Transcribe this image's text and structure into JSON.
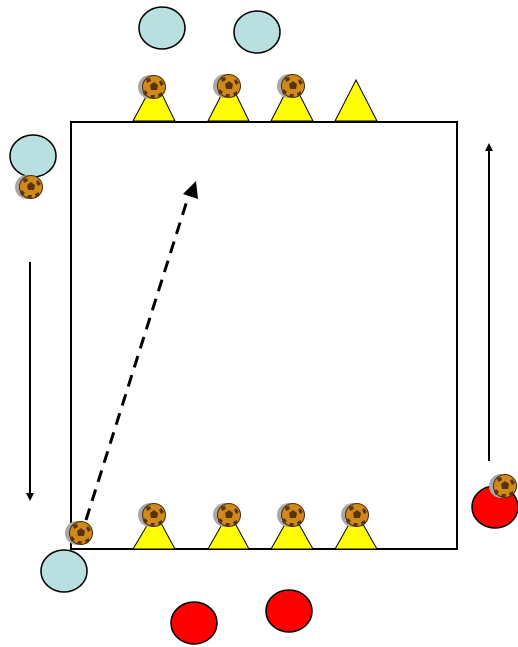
{
  "colors": {
    "background": "#ffffff",
    "field_border": "#000000",
    "team_a_player": "#b9dfe0",
    "team_b_player": "#ff0000",
    "cone": "#ffff00",
    "ball_fill": "#d08a1c",
    "ball_patch": "#5a3208",
    "ball_shadow": "#9a9a9a",
    "arrow": "#000000"
  },
  "legend": {
    "team_a_icon": "light-blue-circle",
    "team_b_icon": "red-circle",
    "cone_icon": "yellow-triangle",
    "ball_icon": "soccer-ball",
    "run_icon": "solid-arrow",
    "pass_icon": "dashed-arrow"
  },
  "counts": {
    "team_a_players": 4,
    "team_b_players": 3,
    "cones": 8,
    "balls": 10
  }
}
